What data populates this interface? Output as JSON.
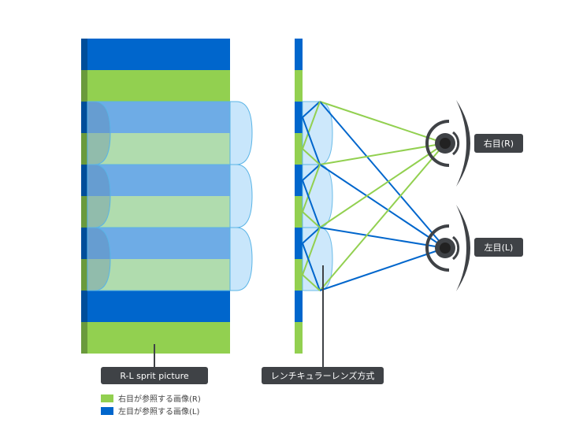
{
  "colors": {
    "right_image": "#92d050",
    "left_image": "#0066cc",
    "right_image_edge": "#6a9a3c",
    "left_image_edge": "#004e9a",
    "lens_fill": "#c8e6fb",
    "lens_stroke": "#5ab4e6",
    "label_bg": "#3f4246",
    "eye_dark": "#3f4246"
  },
  "stripes": [
    "L",
    "R",
    "L",
    "R",
    "L",
    "R",
    "L",
    "R",
    "L",
    "R"
  ],
  "lenses": 3,
  "labels": {
    "picture": "R-L sprit picture",
    "lens_method": "レンチキュラーレンズ方式",
    "right_eye": "右目(R)",
    "left_eye": "左目(L)"
  },
  "legend": [
    {
      "label": "右目が参照する画像(R)",
      "key": "R"
    },
    {
      "label": "左目が参照する画像(L)",
      "key": "L"
    }
  ]
}
